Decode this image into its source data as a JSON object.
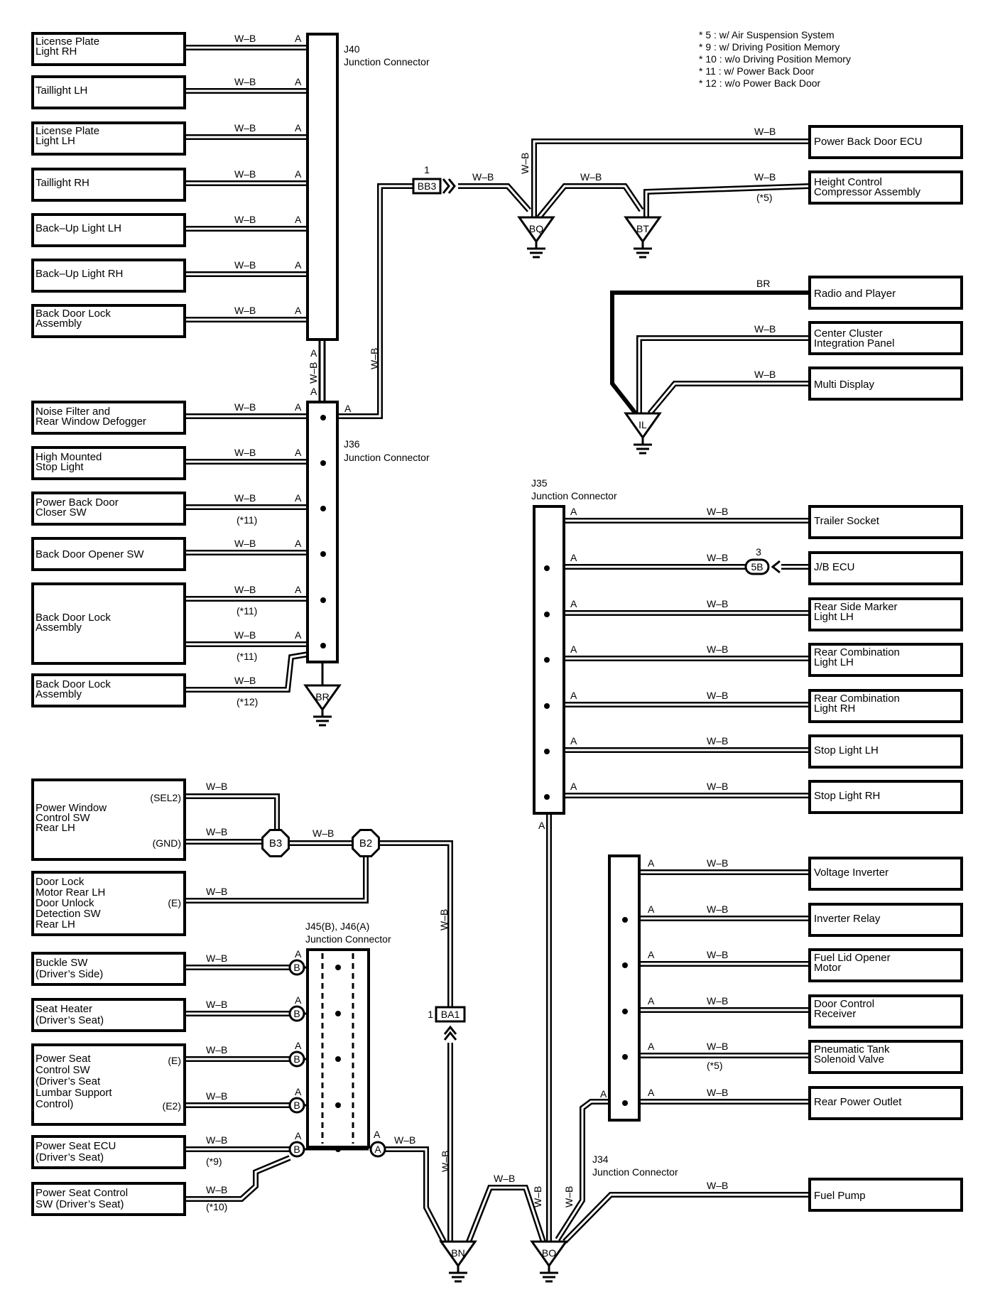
{
  "notes": [
    "* 5 : w/ Air Suspension System",
    "* 9 : w/ Driving Position Memory",
    "* 10 : w/o Driving Position Memory",
    "* 11 : w/ Power Back Door",
    "* 12 : w/o Power Back Door"
  ],
  "wire": {
    "wb": "W–B",
    "br": "BR",
    "pin_a": "A",
    "pin_b": "B"
  },
  "junctions": {
    "j40": [
      "J40",
      "Junction Connector"
    ],
    "j36": [
      "J36",
      "Junction Connector"
    ],
    "j35": [
      "J35",
      "Junction Connector"
    ],
    "j34": [
      "J34",
      "Junction Connector"
    ],
    "j45": [
      "J45(B), J46(A)",
      "Junction Connector"
    ]
  },
  "grounds": {
    "bq": "BQ",
    "bt": "BT",
    "il": "IL",
    "br": "BR",
    "bn": "BN",
    "bo": "BO"
  },
  "connectors": {
    "bb3": "BB3",
    "bb3_pin": "1",
    "b5": "5B",
    "b5_pin": "3",
    "ba1": "BA1",
    "ba1_pin": "1",
    "b3": "B3",
    "b2": "B2"
  },
  "j40_items": [
    [
      "License Plate",
      "Light RH"
    ],
    [
      "Taillight LH"
    ],
    [
      "License Plate",
      "Light LH"
    ],
    [
      "Taillight RH"
    ],
    [
      "Back–Up Light LH"
    ],
    [
      "Back–Up Light RH"
    ],
    [
      "Back Door Lock",
      "Assembly"
    ]
  ],
  "j36_items": [
    [
      "Noise Filter and",
      "Rear Window Defogger"
    ],
    [
      "High Mounted",
      "Stop Light"
    ],
    [
      "Power Back Door",
      "Closer SW"
    ],
    [
      "Back Door Opener SW"
    ],
    [
      "Back Door Lock",
      "Assembly"
    ],
    [
      "Back Door Lock",
      "Assembly"
    ]
  ],
  "j36_notes": [
    "(*11)",
    "(*11)",
    "(*11)",
    "(*12)"
  ],
  "top_right_items": [
    [
      "Power Back Door ECU"
    ],
    [
      "Height Control",
      "Compressor Assembly"
    ]
  ],
  "note_5": "(*5)",
  "il_items": [
    [
      "Radio and Player"
    ],
    [
      "Center Cluster",
      "Integration Panel"
    ],
    [
      "Multi Display"
    ]
  ],
  "j35_items": [
    [
      "Trailer Socket"
    ],
    [
      "J/B ECU"
    ],
    [
      "Rear Side Marker",
      "Light LH"
    ],
    [
      "Rear Combination",
      "Light LH"
    ],
    [
      "Rear Combination",
      "Light RH"
    ],
    [
      "Stop Light LH"
    ],
    [
      "Stop Light RH"
    ]
  ],
  "j34_items": [
    [
      "Voltage Inverter"
    ],
    [
      "Inverter Relay"
    ],
    [
      "Fuel Lid Opener",
      "Motor"
    ],
    [
      "Door Control",
      "Receiver"
    ],
    [
      "Pneumatic Tank",
      "Solenoid Valve"
    ],
    [
      "Rear Power Outlet"
    ]
  ],
  "fuel_pump": "Fuel Pump",
  "pw_lines": [
    "Power Window",
    "Control SW",
    "Rear LH"
  ],
  "pw_pins": [
    "(SEL2)",
    "(GND)"
  ],
  "dl_lines": [
    "Door Lock",
    "Motor Rear LH",
    "Door Unlock",
    "Detection SW",
    "Rear LH"
  ],
  "dl_pin": "(E)",
  "j45_items": [
    [
      "Buckle SW",
      "(Driver’s Side)"
    ],
    [
      "Seat Heater",
      "(Driver’s Seat)"
    ],
    [
      "Power Seat",
      "Control SW",
      "(Driver’s Seat",
      " Lumbar Support",
      " Control)"
    ],
    [
      "Power Seat ECU",
      "(Driver’s Seat)"
    ],
    [
      "Power Seat Control",
      "SW (Driver’s Seat)"
    ]
  ],
  "ps_pins": [
    "(E)",
    "(E2)"
  ],
  "j45_notes": [
    "(*9)",
    "(*10)"
  ]
}
